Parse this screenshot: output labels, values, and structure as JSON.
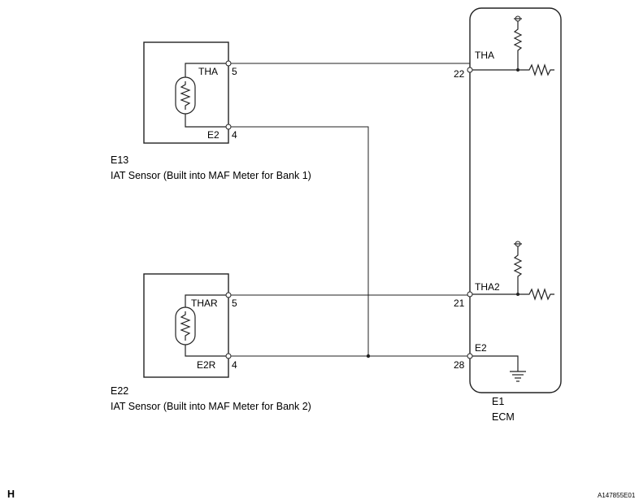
{
  "sensor_bank1": {
    "code": "E13",
    "name": "IAT Sensor (Built into MAF Meter for Bank 1)",
    "signal_label": "THA",
    "signal_pin": "5",
    "ground_label": "E2",
    "ground_pin": "4"
  },
  "sensor_bank2": {
    "code": "E22",
    "name": "IAT Sensor (Built into MAF Meter for Bank 2)",
    "signal_label": "THAR",
    "signal_pin": "5",
    "ground_label": "E2R",
    "ground_pin": "4"
  },
  "ecm": {
    "code": "E1",
    "name": "ECM",
    "pins": [
      {
        "label": "THA",
        "number": "22"
      },
      {
        "label": "THA2",
        "number": "21"
      },
      {
        "label": "E2",
        "number": "28"
      }
    ]
  },
  "footer": {
    "section_letter": "H",
    "figure_id": "A147855E01"
  }
}
